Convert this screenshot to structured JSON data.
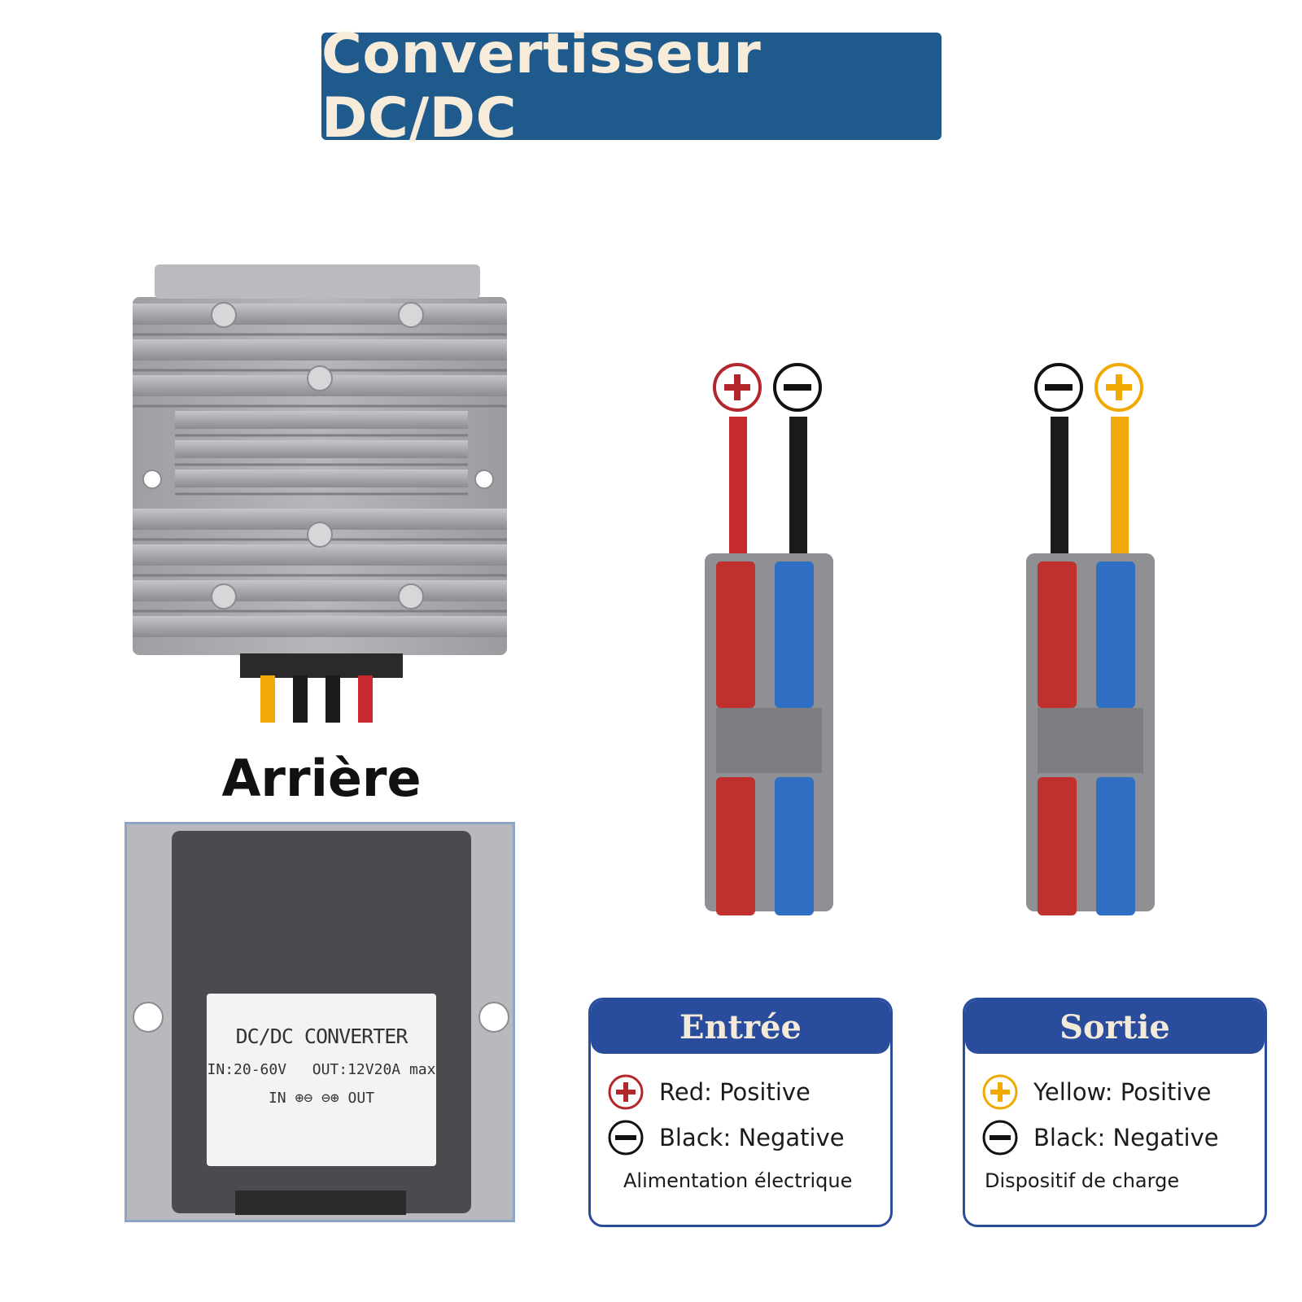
{
  "header": {
    "title": "Convertisseur DC/DC"
  },
  "rear": {
    "label": "Arrière"
  },
  "back_label": {
    "line1": "DC/DC CONVERTER",
    "line2_in": "IN:20-60V",
    "line2_out": "OUT:12V20A max",
    "line3_in": "IN",
    "line3_out": "OUT"
  },
  "input": {
    "title": "Entrée",
    "rows": [
      {
        "color_name": "Red:",
        "polarity": "Positive",
        "symbol": "+",
        "color": "#b3262b"
      },
      {
        "color_name": "Black:",
        "polarity": "Negative",
        "symbol": "−",
        "color": "#111111"
      }
    ],
    "footer": "Alimentation électrique"
  },
  "output": {
    "title": "Sortie",
    "rows": [
      {
        "color_name": "Yellow:",
        "polarity": "Positive",
        "symbol": "+",
        "color": "#f1a900"
      },
      {
        "color_name": "Black:",
        "polarity": "Negative",
        "symbol": "−",
        "color": "#111111"
      }
    ],
    "footer": "Dispositif de charge"
  },
  "colors": {
    "banner": "#1f5a8c",
    "legend_header": "#2a4c9d",
    "wire_red": "#c8292e",
    "wire_black": "#1a1a1a",
    "wire_yellow": "#f3a90a",
    "lever_red": "#c0302e",
    "lever_blue": "#2f6fc4",
    "connector_body": "#8e9093",
    "heatsink": "#a7a9ac"
  },
  "icons": {
    "plus": "plus-circle-icon",
    "minus": "minus-circle-icon"
  }
}
